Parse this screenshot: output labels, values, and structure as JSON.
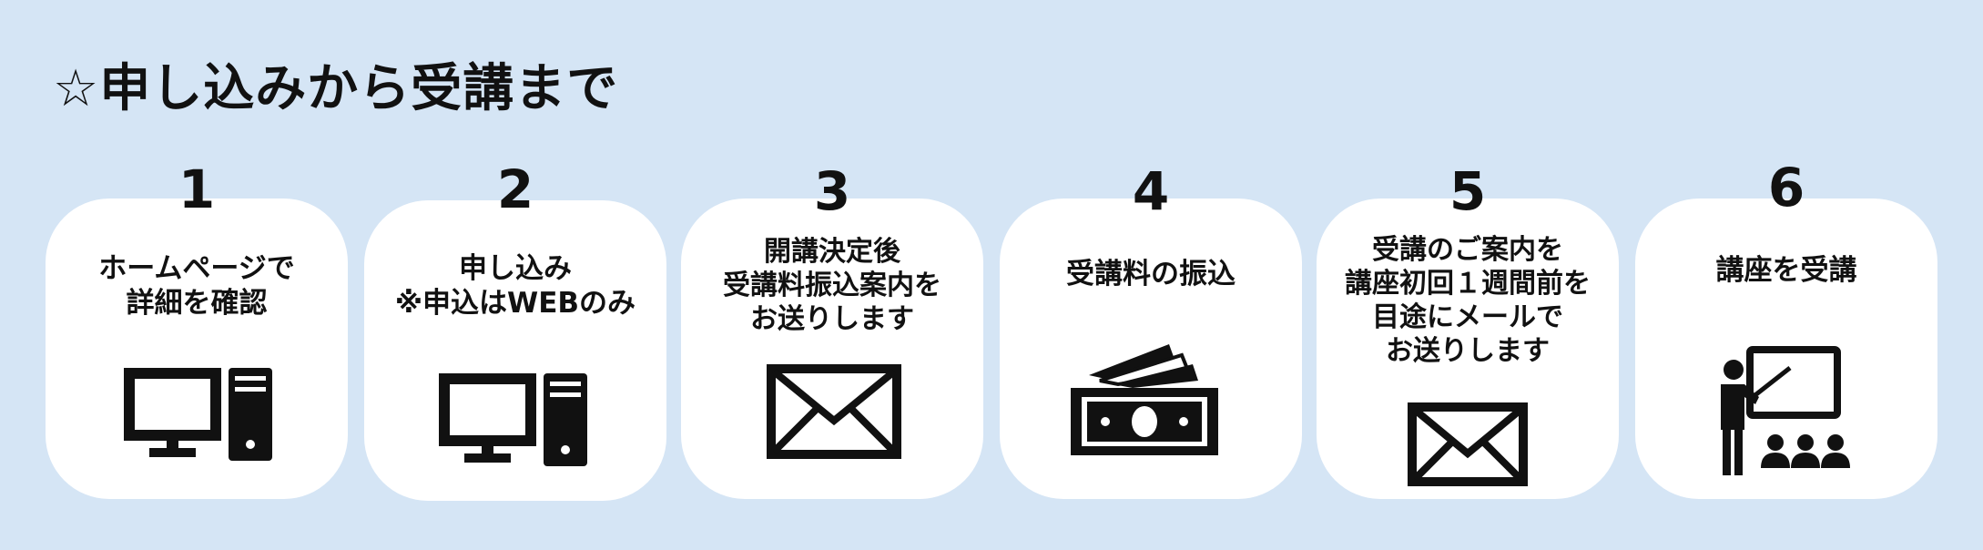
{
  "title": "☆申し込みから受講まで",
  "steps": [
    {
      "number": "1",
      "text": "ホームページで\n詳細を確認",
      "icon": "computer-icon"
    },
    {
      "number": "2",
      "text": "申し込み\n※申込はWEBのみ",
      "icon": "computer-icon"
    },
    {
      "number": "3",
      "text": "開講決定後\n受講料振込案内を\nお送りします",
      "icon": "envelope-icon"
    },
    {
      "number": "4",
      "text": "受講料の振込",
      "icon": "money-icon"
    },
    {
      "number": "5",
      "text": "受講のご案内を\n講座初回１週間前を\n目途にメールで\nお送りします",
      "icon": "envelope-icon"
    },
    {
      "number": "6",
      "text": "講座を受講",
      "icon": "lecture-icon"
    }
  ],
  "colors": {
    "background": "#d5e5f5",
    "card": "#ffffff",
    "ink": "#111111"
  }
}
